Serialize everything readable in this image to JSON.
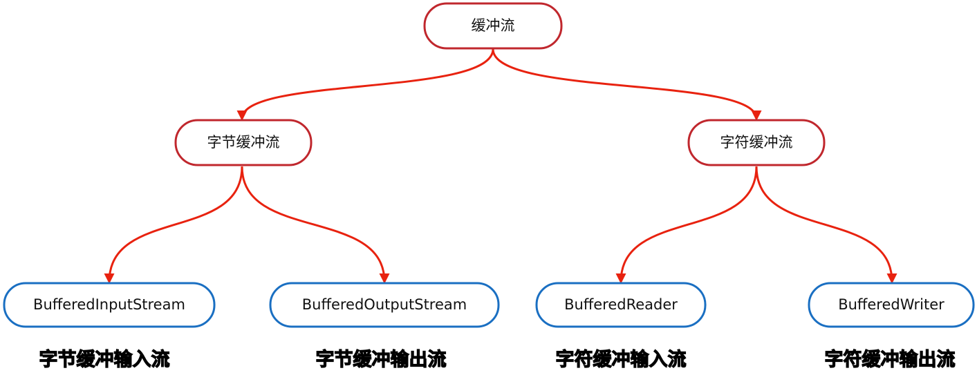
{
  "colors": {
    "edge": "#e8220f",
    "category_border": "#c0272d",
    "class_border": "#1a6fc2"
  },
  "root": {
    "label": "缓冲流"
  },
  "categories": [
    {
      "label": "字节缓冲流"
    },
    {
      "label": "字符缓冲流"
    }
  ],
  "classes": [
    {
      "label": "BufferedInputStream",
      "caption": "字节缓冲输入流"
    },
    {
      "label": "BufferedOutputStream",
      "caption": "字节缓冲输出流"
    },
    {
      "label": "BufferedReader",
      "caption": "字符缓冲输入流"
    },
    {
      "label": "BufferedWriter",
      "caption": "字符缓冲输出流"
    }
  ]
}
